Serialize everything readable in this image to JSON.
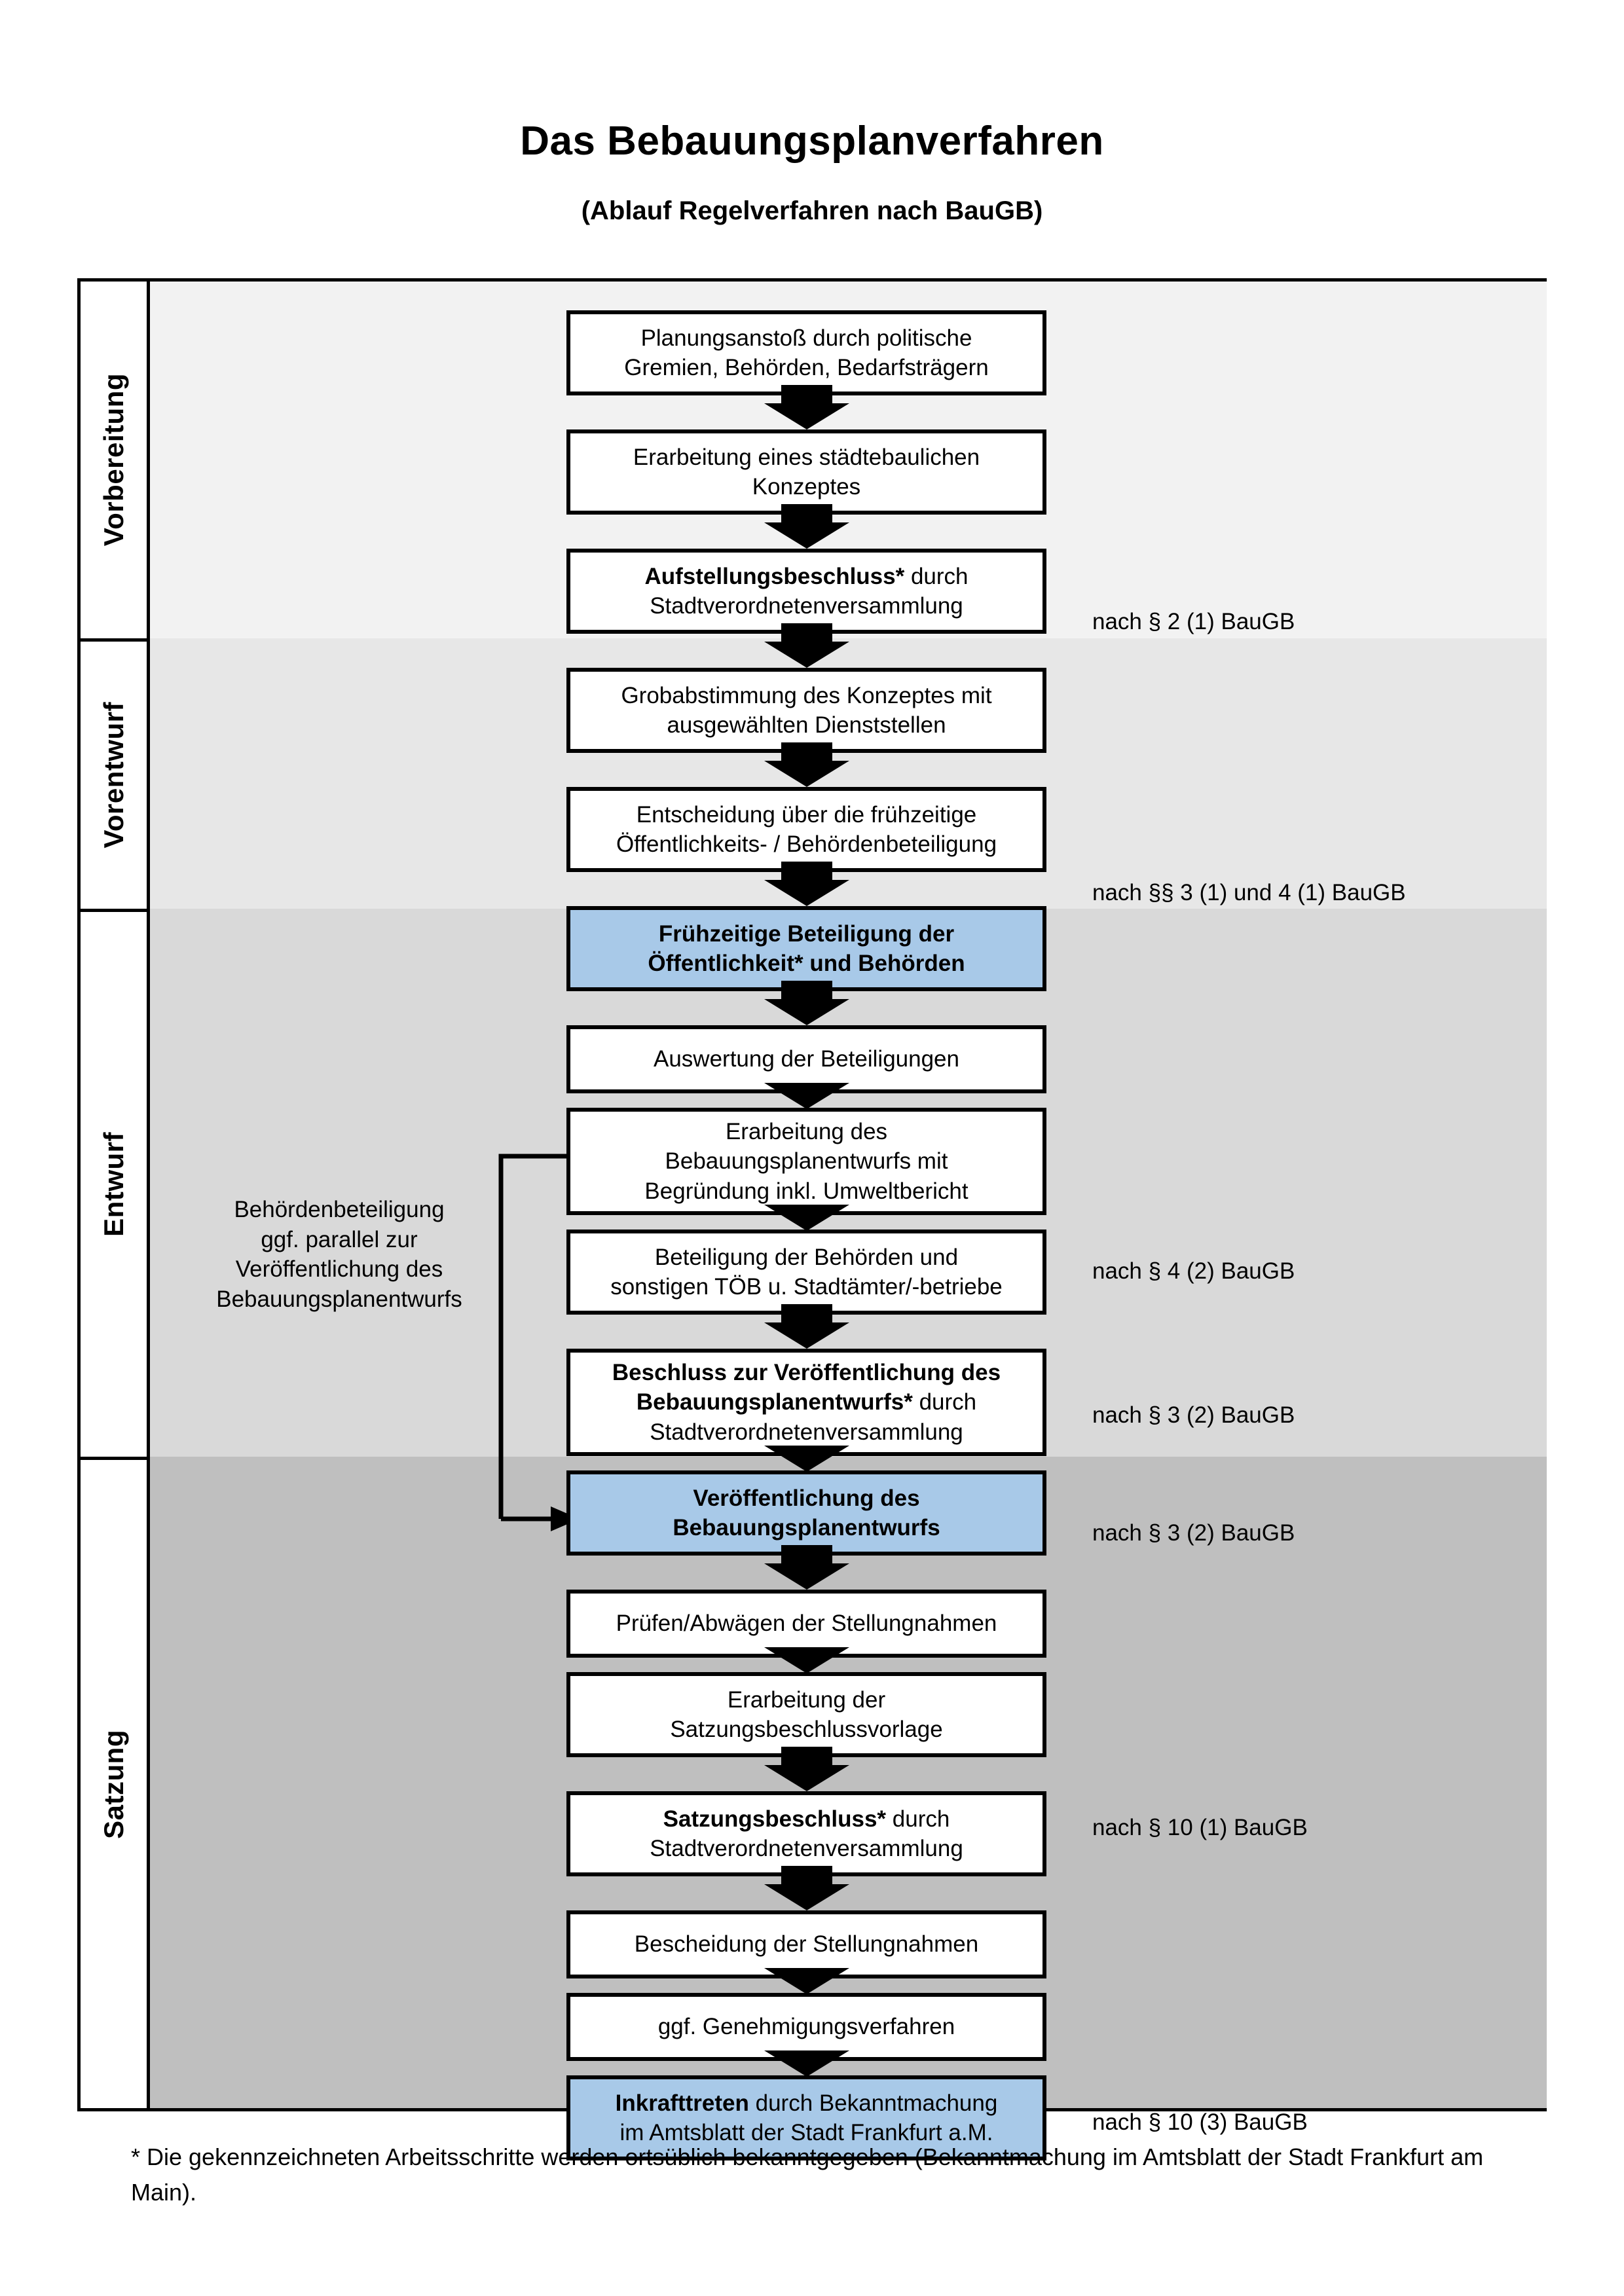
{
  "header": {
    "title": "Das Bebauungsplanverfahren",
    "subtitle": "(Ablauf Regelverfahren nach BauGB)"
  },
  "colors": {
    "highlight_box": "#a8c9e8",
    "band_vorbereitung": "#f2f2f2",
    "band_vorentwurf": "#e7e7e7",
    "band_entwurf": "#d9d9d9",
    "band_satzung": "#bfbfbf",
    "outline": "#000000"
  },
  "phases": [
    {
      "label": "Vorbereitung"
    },
    {
      "label": "Vorentwurf"
    },
    {
      "label": "Entwurf"
    },
    {
      "label": "Satzung"
    }
  ],
  "steps": [
    {
      "id": "planungsanstoss",
      "lines": [
        "Planungsanstoß durch politische",
        "Gremien, Behörden, Bedarfsträgern"
      ],
      "bold_prefix": "",
      "highlight": false
    },
    {
      "id": "staedtebauliches-konzept",
      "lines": [
        "Erarbeitung eines städtebaulichen",
        "Konzeptes"
      ],
      "bold_prefix": "",
      "highlight": false
    },
    {
      "id": "aufstellungsbeschluss",
      "lines": [
        "Aufstellungsbeschluss* durch",
        "Stadtverordnetenversammlung"
      ],
      "bold_prefix": "Aufstellungsbeschluss*",
      "highlight": false
    },
    {
      "id": "grobabstimmung",
      "lines": [
        "Grobabstimmung des Konzeptes mit",
        "ausgewählten Dienststellen"
      ],
      "bold_prefix": "",
      "highlight": false
    },
    {
      "id": "entscheidung-fruehzeitige-beteiligung",
      "lines": [
        "Entscheidung über die frühzeitige",
        "Öffentlichkeits- / Behördenbeteiligung"
      ],
      "bold_prefix": "",
      "highlight": false
    },
    {
      "id": "fruehzeitige-beteiligung",
      "lines": [
        "Frühzeitige Beteiligung der",
        "Öffentlichkeit* und Behörden"
      ],
      "bold_prefix": "ALL",
      "highlight": true
    },
    {
      "id": "auswertung-beteiligungen",
      "lines": [
        "Auswertung der Beteiligungen"
      ],
      "bold_prefix": "",
      "highlight": false
    },
    {
      "id": "erarbeitung-bebauungsplanentwurf",
      "lines": [
        "Erarbeitung des",
        "Bebauungsplanentwurfs mit",
        "Begründung inkl. Umweltbericht"
      ],
      "bold_prefix": "",
      "highlight": false
    },
    {
      "id": "beteiligung-behoerden-toeb",
      "lines": [
        "Beteiligung der Behörden und",
        "sonstigen TÖB u. Stadtämter/-betriebe"
      ],
      "bold_prefix": "",
      "highlight": false
    },
    {
      "id": "beschluss-veroeffentlichung",
      "lines": [
        "Beschluss zur Veröffentlichung des",
        "Bebauungsplanentwurfs* durch",
        "Stadtverordnetenversammlung"
      ],
      "bold_prefix": "Beschluss zur Veröffentlichung des Bebauungsplanentwurfs*",
      "highlight": false
    },
    {
      "id": "veroeffentlichung-entwurf",
      "lines": [
        "Veröffentlichung des",
        "Bebauungsplanentwurfs"
      ],
      "bold_prefix": "ALL",
      "highlight": true
    },
    {
      "id": "pruefen-abwaegen",
      "lines": [
        "Prüfen/Abwägen der Stellungnahmen"
      ],
      "bold_prefix": "",
      "highlight": false
    },
    {
      "id": "erarbeitung-satzungsvorlage",
      "lines": [
        "Erarbeitung der",
        "Satzungsbeschlussvorlage"
      ],
      "bold_prefix": "",
      "highlight": false
    },
    {
      "id": "satzungsbeschluss",
      "lines": [
        "Satzungsbeschluss* durch",
        "Stadtverordnetenversammlung"
      ],
      "bold_prefix": "Satzungsbeschluss*",
      "highlight": false
    },
    {
      "id": "bescheidung-stellungnahmen",
      "lines": [
        "Bescheidung der Stellungnahmen"
      ],
      "bold_prefix": "",
      "highlight": false
    },
    {
      "id": "genehmigungsverfahren",
      "lines": [
        "ggf. Genehmigungsverfahren"
      ],
      "bold_prefix": "",
      "highlight": false
    },
    {
      "id": "inkrafttreten",
      "lines": [
        "Inkrafttreten durch Bekanntmachung",
        "im Amtsblatt der Stadt Frankfurt a.M."
      ],
      "bold_prefix": "Inkrafttreten",
      "highlight": true
    }
  ],
  "law_references": [
    {
      "id": "ref-aufstellungsbeschluss",
      "text": "nach § 2 (1) BauGB"
    },
    {
      "id": "ref-fruehzeitige-beteiligung",
      "text": "nach §§ 3 (1) und 4 (1) BauGB"
    },
    {
      "id": "ref-behoerdenbeteiligung",
      "text": "nach § 4 (2) BauGB"
    },
    {
      "id": "ref-beschluss-veroeffentlichung",
      "text": "nach § 3 (2) BauGB"
    },
    {
      "id": "ref-veroeffentlichung",
      "text": "nach § 3 (2) BauGB"
    },
    {
      "id": "ref-satzungsbeschluss",
      "text": "nach § 10 (1) BauGB"
    },
    {
      "id": "ref-inkrafttreten",
      "text": "nach § 10 (3) BauGB"
    }
  ],
  "side_note": {
    "lines": [
      "Behördenbeteiligung",
      "ggf. parallel zur",
      "Veröffentlichung des",
      "Bebauungsplanentwurfs"
    ]
  },
  "footnote": {
    "text": "* Die gekennzeichneten Arbeitsschritte werden ortsüblich bekanntgegeben (Bekanntmachung im Amtsblatt  der Stadt Frankfurt am Main)."
  }
}
